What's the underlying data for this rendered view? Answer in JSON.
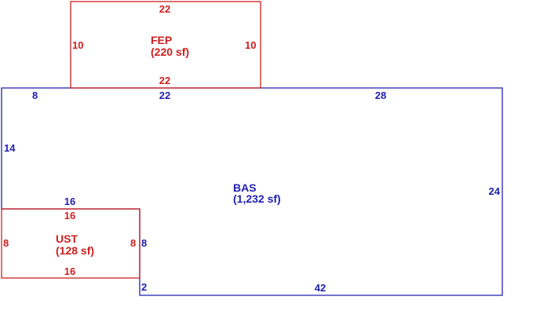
{
  "colors": {
    "bas": "#1f1fb0",
    "fep": "#cc1f1f",
    "ust": "#cc1f1f"
  },
  "fep": {
    "name": "FEP",
    "area": "(220 sf)",
    "dims": {
      "top": "22",
      "bottom": "22",
      "left": "10",
      "right": "10"
    }
  },
  "bas": {
    "name": "BAS",
    "area": "(1,232 sf)",
    "dims": {
      "top_left": "8",
      "top_mid": "22",
      "top_right": "28",
      "left": "14",
      "right": "24",
      "bottom": "42",
      "step_top": "16",
      "step_side": "8",
      "step_bottom": "2"
    }
  },
  "ust": {
    "name": "UST",
    "area": "(128 sf)",
    "dims": {
      "top": "16",
      "bottom": "16",
      "left": "8",
      "right": "8"
    }
  }
}
